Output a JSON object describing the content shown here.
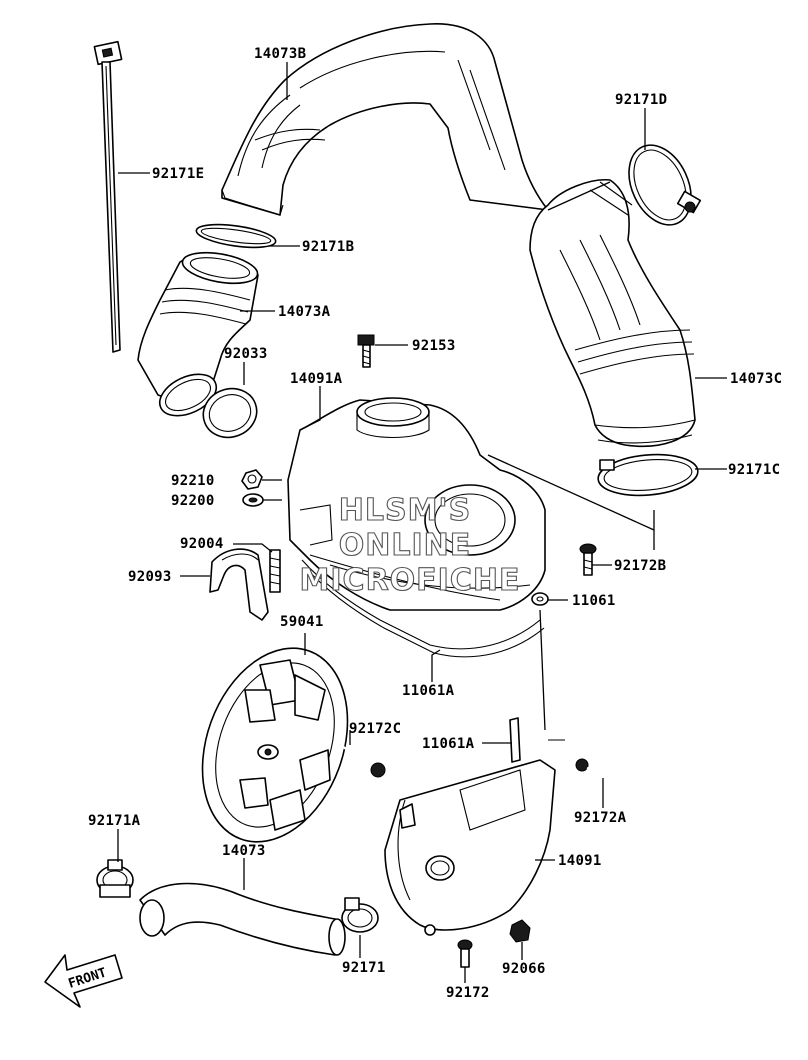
{
  "watermark": {
    "line1": "HLSM'S",
    "line2": "ONLINE",
    "line3": "MICROFICHE"
  },
  "direction_marker": "FRONT",
  "labels": {
    "l_14073B": "14073B",
    "l_92171D": "92171D",
    "l_92171E": "92171E",
    "l_92171B": "92171B",
    "l_14073A": "14073A",
    "l_92033": "92033",
    "l_92153": "92153",
    "l_14091A": "14091A",
    "l_14073C": "14073C",
    "l_92171C": "92171C",
    "l_92210": "92210",
    "l_92200": "92200",
    "l_92004": "92004",
    "l_92093": "92093",
    "l_92172B": "92172B",
    "l_11061": "11061",
    "l_59041": "59041",
    "l_11061A_1": "11061A",
    "l_92172C": "92172C",
    "l_11061A_2": "11061A",
    "l_92172A": "92172A",
    "l_92171A": "92171A",
    "l_14073": "14073",
    "l_14091": "14091",
    "l_92171": "92171",
    "l_92066": "92066",
    "l_92172": "92172"
  }
}
